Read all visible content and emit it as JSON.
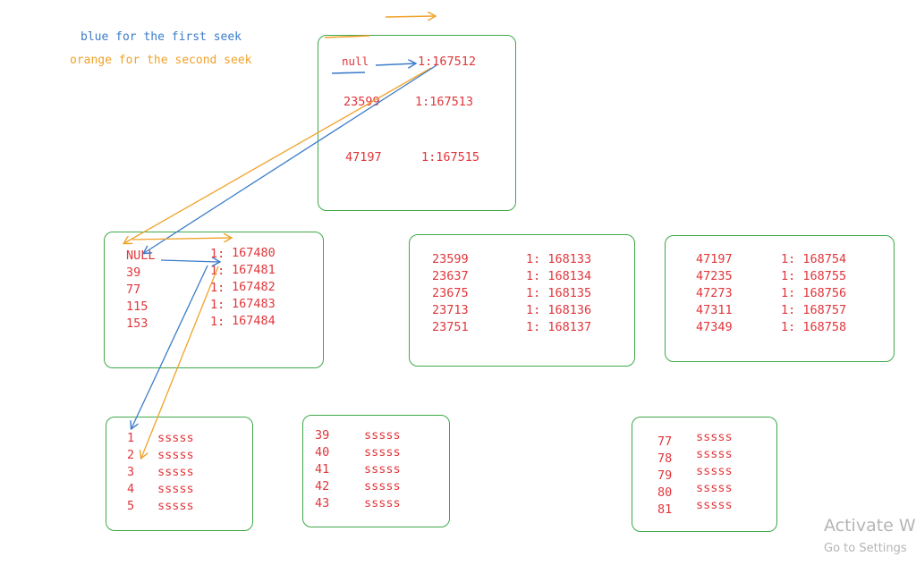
{
  "legend": {
    "blue_text": "blue for the first seek",
    "orange_text": "orange for the second seek"
  },
  "colors": {
    "blue": "#3b7cc9",
    "orange": "#f0a22a",
    "red": "#e0363b",
    "green": "#3fa84a"
  },
  "root": {
    "rows": [
      {
        "key": "null",
        "page": "1:167512"
      },
      {
        "key": "23599",
        "page": "1:167513"
      },
      {
        "key": "47197",
        "page": "1:167515"
      }
    ]
  },
  "intermediate": [
    {
      "keys": [
        "NULL",
        "39",
        "77",
        "115",
        "153"
      ],
      "prefix": "1:",
      "pages": [
        "167480",
        "167481",
        "167482",
        "167483",
        "167484"
      ]
    },
    {
      "keys": [
        "23599",
        "23637",
        "23675",
        "23713",
        "23751"
      ],
      "pages": [
        "1: 168133",
        "1: 168134",
        "1: 168135",
        "1: 168136",
        "1: 168137"
      ]
    },
    {
      "keys": [
        "47197",
        "47235",
        "47273",
        "47311",
        "47349"
      ],
      "pages": [
        "1: 168754",
        "1: 168755",
        "1: 168756",
        "1: 168757",
        "1: 168758"
      ]
    }
  ],
  "leaves": [
    {
      "keys": [
        "1",
        "2",
        "3",
        "4",
        "5"
      ],
      "values": [
        "sssss",
        "sssss",
        "sssss",
        "sssss",
        "sssss"
      ]
    },
    {
      "keys": [
        "39",
        "40",
        "41",
        "42",
        "43"
      ],
      "values": [
        "sssss",
        "sssss",
        "sssss",
        "sssss",
        "sssss"
      ]
    },
    {
      "keys": [
        "77",
        "78",
        "79",
        "80",
        "81"
      ],
      "values": [
        "sssss",
        "sssss",
        "sssss",
        "sssss",
        "sssss"
      ]
    }
  ],
  "watermark": {
    "title": "Activate W",
    "subtitle": "Go to Settings"
  }
}
